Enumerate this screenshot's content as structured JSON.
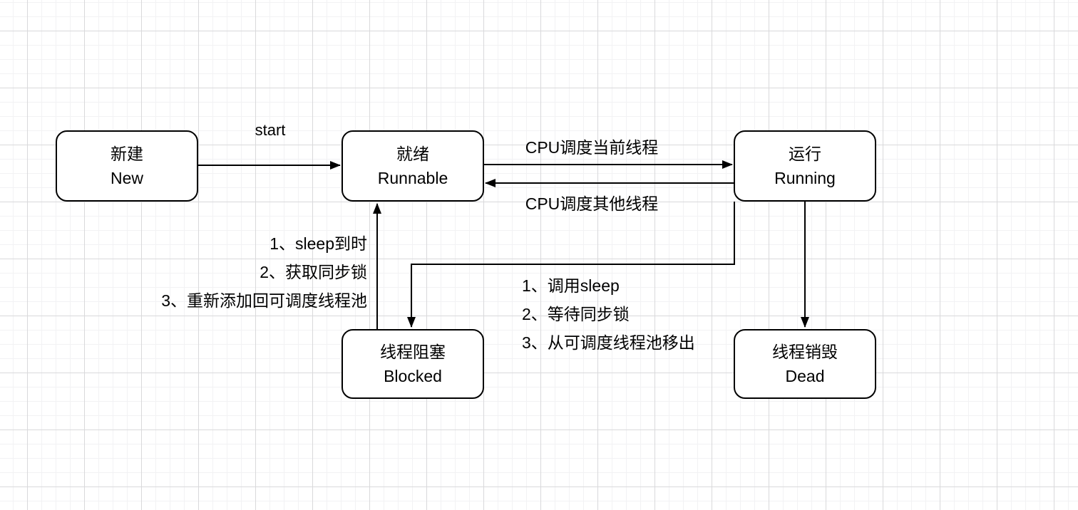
{
  "colors": {
    "background": "#ffffff",
    "grid_minor": "#f2f2f4",
    "grid_major": "#d9d9db",
    "node_fill": "#ffffff",
    "stroke": "#000000",
    "text": "#000000"
  },
  "nodes": [
    {
      "id": "new",
      "zh": "新建",
      "en": "New"
    },
    {
      "id": "runnable",
      "zh": "就绪",
      "en": "Runnable"
    },
    {
      "id": "running",
      "zh": "运行",
      "en": "Running"
    },
    {
      "id": "blocked",
      "zh": "线程阻塞",
      "en": "Blocked"
    },
    {
      "id": "dead",
      "zh": "线程销毁",
      "en": "Dead"
    }
  ],
  "labels": {
    "start": "start",
    "cpu_schedule_current": "CPU调度当前线程",
    "cpu_schedule_other": "CPU调度其他线程",
    "blocked_to_runnable_lines": [
      "1、sleep到时",
      "2、获取同步锁",
      "3、重新添加回可调度线程池"
    ],
    "running_to_blocked_lines": [
      "1、调用sleep",
      "2、等待同步锁",
      "3、从可调度线程池移出"
    ]
  },
  "edges": [
    {
      "from": "新建 New",
      "to": "就绪 Runnable",
      "label": "start"
    },
    {
      "from": "就绪 Runnable",
      "to": "运行 Running",
      "label": "CPU调度当前线程"
    },
    {
      "from": "运行 Running",
      "to": "就绪 Runnable",
      "label": "CPU调度其他线程"
    },
    {
      "from": "线程阻塞 Blocked",
      "to": "就绪 Runnable",
      "label": "1、sleep到时 2、获取同步锁 3、重新添加回可调度线程池"
    },
    {
      "from": "运行 Running",
      "to": "线程阻塞 Blocked",
      "label": "1、调用sleep 2、等待同步锁 3、从可调度线程池移出"
    },
    {
      "from": "运行 Running",
      "to": "线程销毁 Dead",
      "label": ""
    }
  ]
}
